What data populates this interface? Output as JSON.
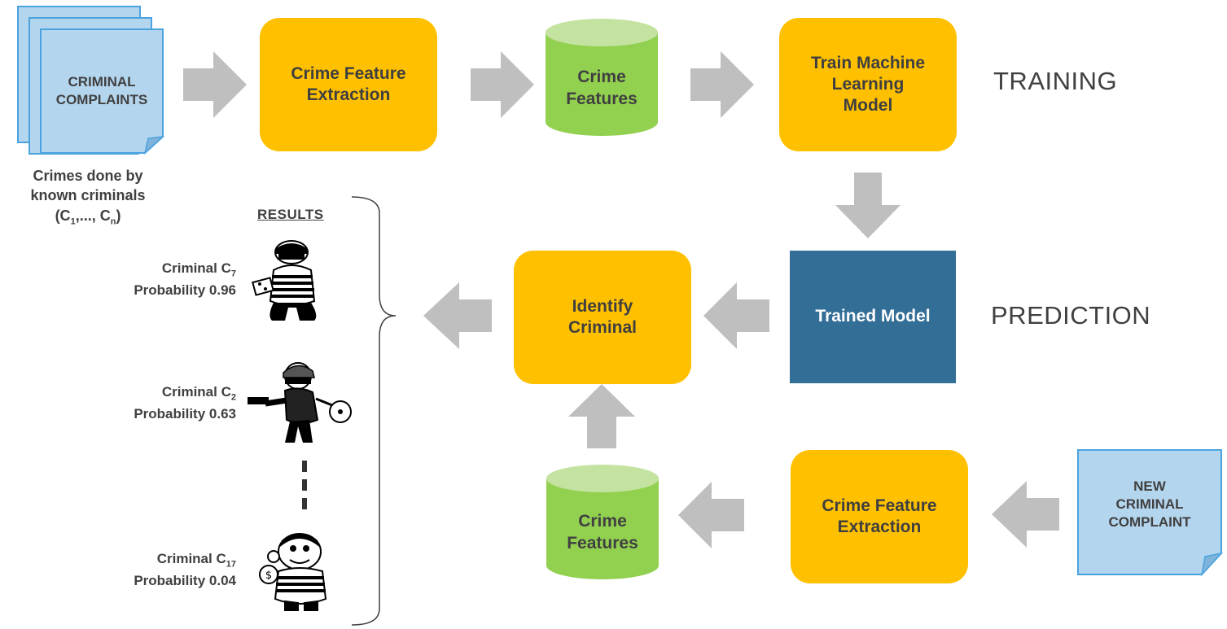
{
  "training": {
    "documents_text": "CRIMINAL\nCOMPLAINTS",
    "documents_caption": {
      "line1": "Crimes done by",
      "line2": "known criminals",
      "line3_prefix": "(C",
      "line3_sub1": "1",
      "line3_mid": ",..., C",
      "line3_sub2": "n",
      "line3_suffix": ")"
    },
    "feature_extraction": "Crime Feature\nExtraction",
    "features_db": "Crime\nFeatures",
    "train_model": "Train Machine\nLearning\nModel",
    "phase_label": "TRAINING"
  },
  "prediction": {
    "trained_model": "Trained Model",
    "identify": "Identify\nCriminal",
    "features_db": "Crime\nFeatures",
    "feature_extraction": "Crime Feature\nExtraction",
    "new_document_text": "NEW\nCRIMINAL\nCOMPLAINT",
    "phase_label": "PREDICTION"
  },
  "results": {
    "title": "RESULTS",
    "items": [
      {
        "prefix": "Criminal C",
        "sub": "7",
        "probability": "Probability 0.96",
        "icon": "burglar-with-bag-icon"
      },
      {
        "prefix": "Criminal C",
        "sub": "2",
        "probability": "Probability 0.63",
        "icon": "robber-with-gun-icon"
      },
      {
        "prefix": "Criminal C",
        "sub": "17",
        "probability": "Probability 0.04",
        "icon": "prisoner-with-money-bag-icon"
      }
    ]
  },
  "colors": {
    "process_orange": "#FFC000",
    "database_green": "#92D050",
    "document_blue": "#B4D5EE",
    "model_blue": "#336E97",
    "arrow_gray": "#BFBFBF"
  }
}
